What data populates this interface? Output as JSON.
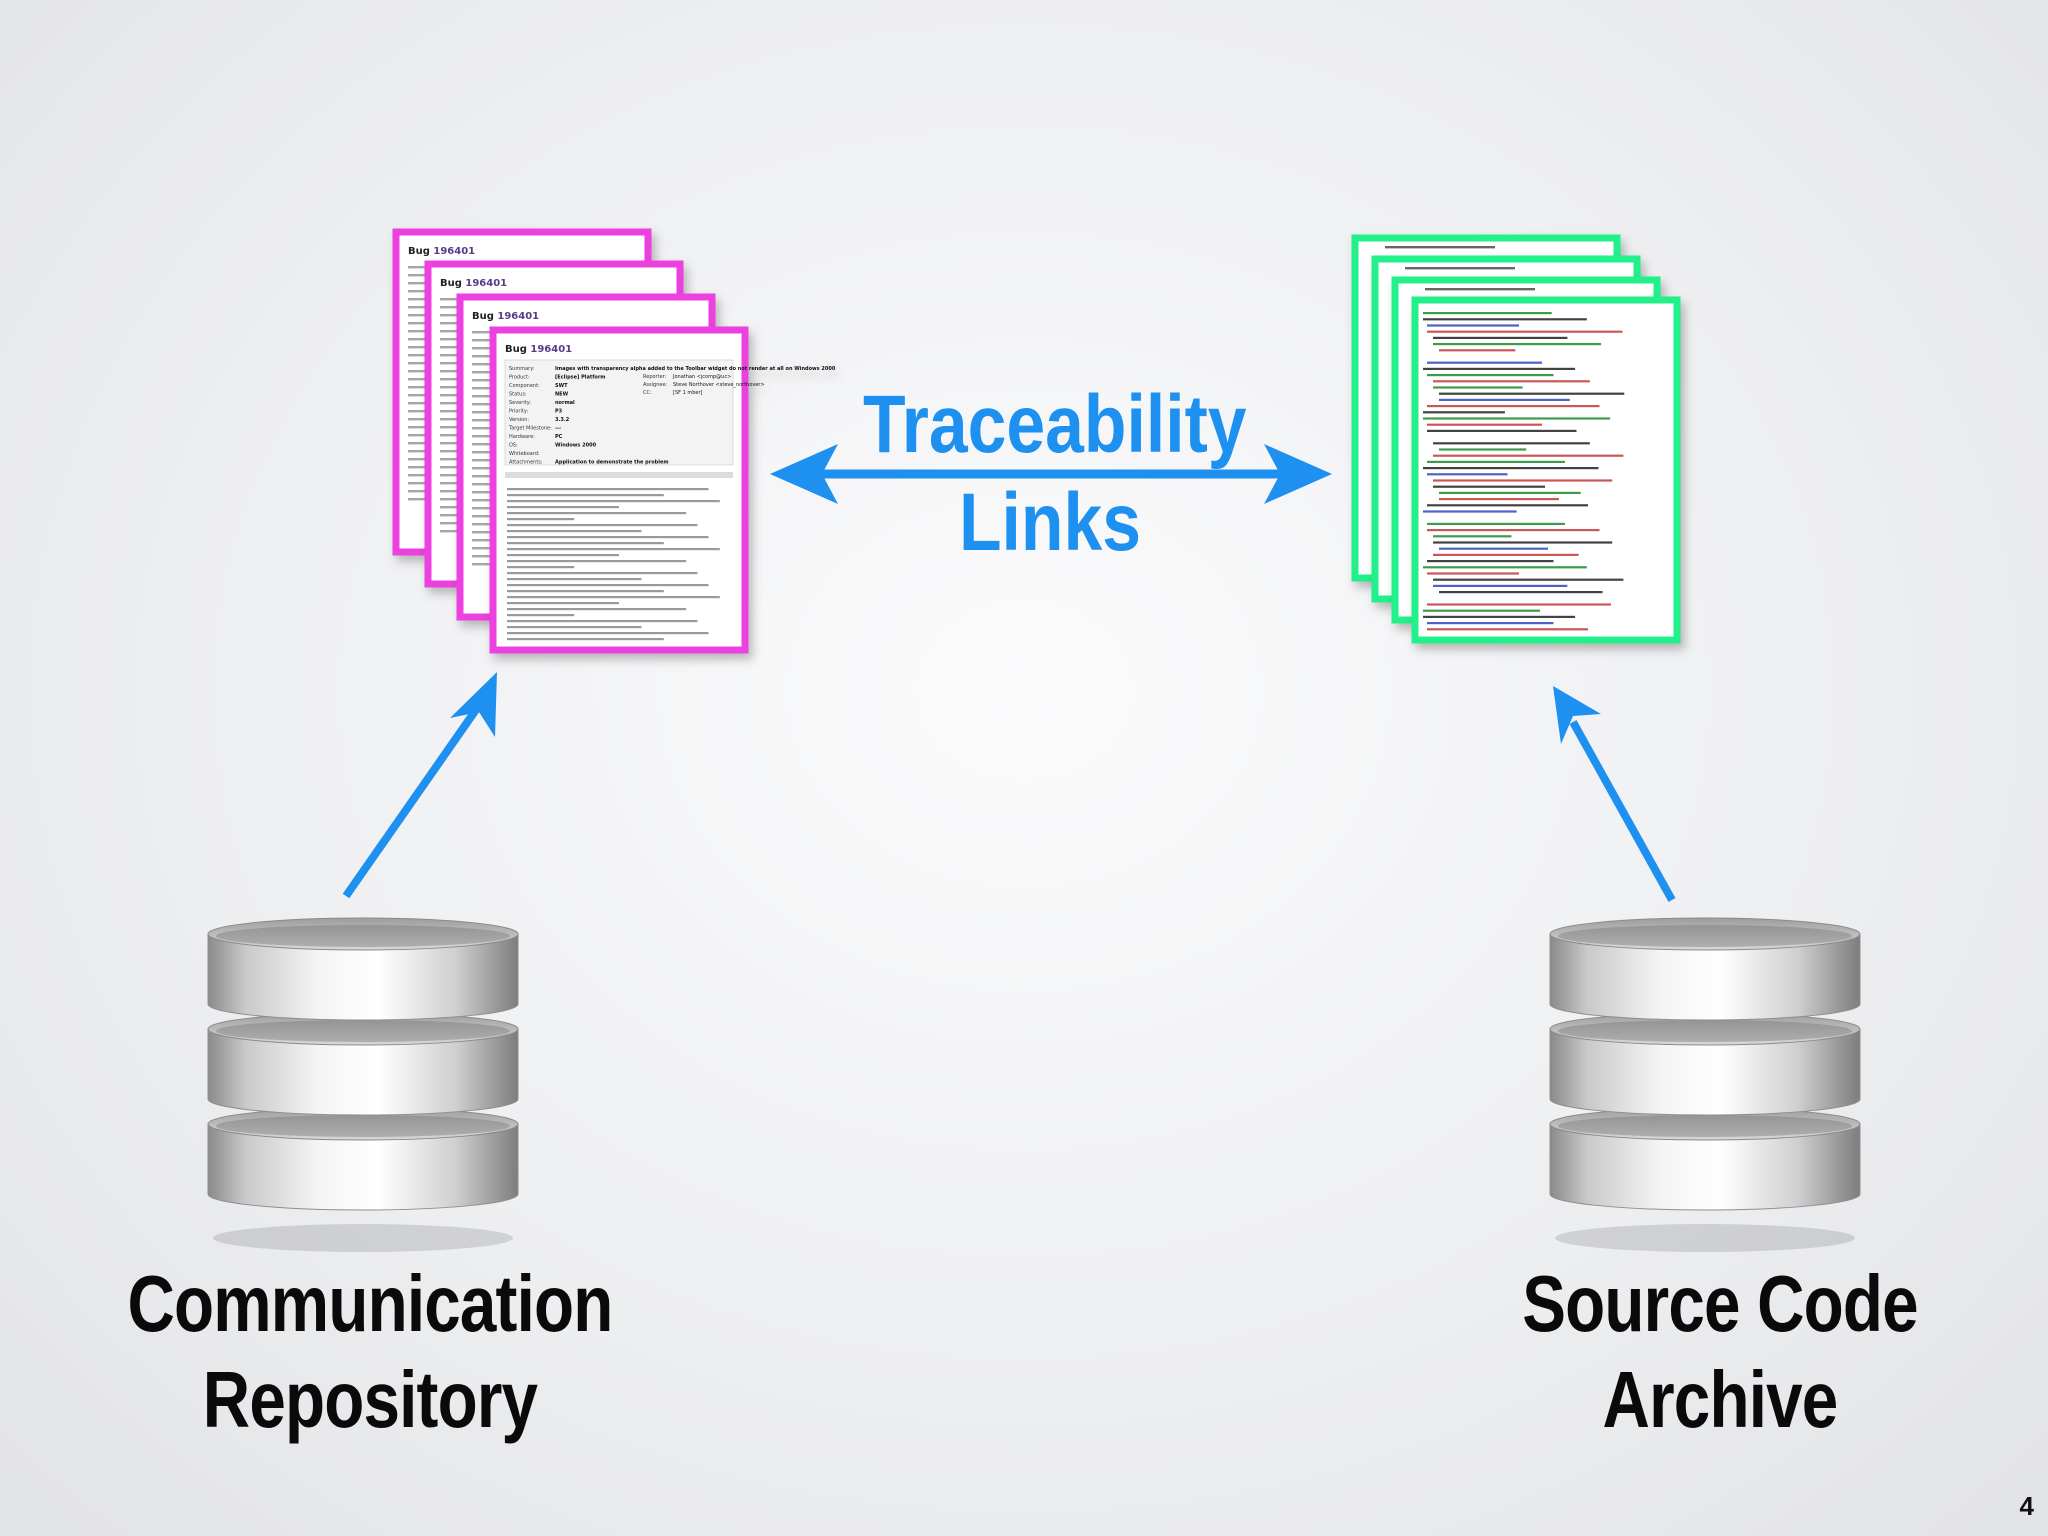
{
  "slide": {
    "center_label_line1": "Traceability",
    "center_label_line2": "Links",
    "left_label_line1": "Communication",
    "left_label_line2": "Repository",
    "right_label_line1": "Source Code",
    "right_label_line2": "Archive",
    "page_number": "4"
  },
  "bug_report": {
    "title_prefix": "Bug ",
    "bug_id": "196401",
    "summary_text": "Images with transparency alpha added to the Toolbar widget do not render at all on Windows 2000",
    "fields": [
      {
        "k": "Summary:",
        "v": ""
      },
      {
        "k": "Product:",
        "v": "[Eclipse] Platform"
      },
      {
        "k": "Component:",
        "v": "SWT"
      },
      {
        "k": "Status:",
        "v": "NEW"
      },
      {
        "k": "Severity:",
        "v": "normal"
      },
      {
        "k": "Priority:",
        "v": "P3"
      },
      {
        "k": "Version:",
        "v": "3.3.2"
      },
      {
        "k": "Target Milestone:",
        "v": "---"
      },
      {
        "k": "Hardware:",
        "v": "PC"
      },
      {
        "k": "OS:",
        "v": "Windows 2000"
      },
      {
        "k": "Whiteboard:",
        "v": ""
      },
      {
        "k": "Attachments:",
        "v": "Application to demonstrate the problem"
      }
    ],
    "reporter_label": "Reporter:",
    "reporter": "Jonathan <jcomp@uc>",
    "assignee_label": "Assignee:",
    "assignee": "Steve Northover <steve_northover>",
    "cc_label": "CC:",
    "cc": "[SF 1 mber]"
  },
  "colors": {
    "background": "#eeeff1",
    "accent_blue": "#1e90f0",
    "bug_border": "#ec3fe0",
    "code_border": "#22f08a",
    "text": "#0a0a0a"
  },
  "icons": [
    "database-icon",
    "bug-report-stack-icon",
    "source-code-stack-icon",
    "double-arrow-icon",
    "arrow-icon"
  ]
}
